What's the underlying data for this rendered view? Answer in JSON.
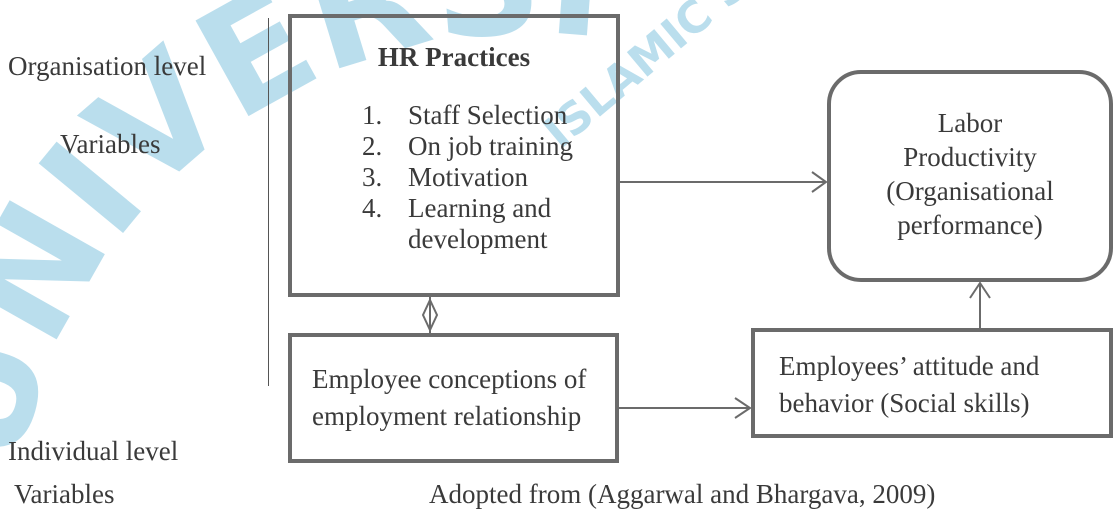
{
  "left_labels": {
    "org_level": "Organisation level",
    "org_variables": "Variables",
    "ind_level": "Individual level",
    "ind_variables": "Variables"
  },
  "hr_box": {
    "title": "HR Practices",
    "items": [
      {
        "num": "1.",
        "text": "Staff Selection"
      },
      {
        "num": "2.",
        "text": "On job training"
      },
      {
        "num": "3.",
        "text": "Motivation"
      },
      {
        "num": "4.",
        "text": "Learning and\ndevelopment"
      }
    ]
  },
  "productivity_box": {
    "text": "Labor\nProductivity\n(Organisational\nperformance)"
  },
  "employee_box": {
    "text": "Employee conceptions of\nemployment relationship"
  },
  "attitude_box": {
    "text": "Employees’ attitude and\nbehavior (Social skills)"
  },
  "caption": "Adopted from (Aggarwal and Bhargava, 2009)",
  "watermark": {
    "text": "UNIVERSITI ISLAMIC SCIENCE",
    "color": "#3aa0cc"
  },
  "colors": {
    "box_border": "#6b6b6b",
    "text": "#3a3a3a"
  }
}
